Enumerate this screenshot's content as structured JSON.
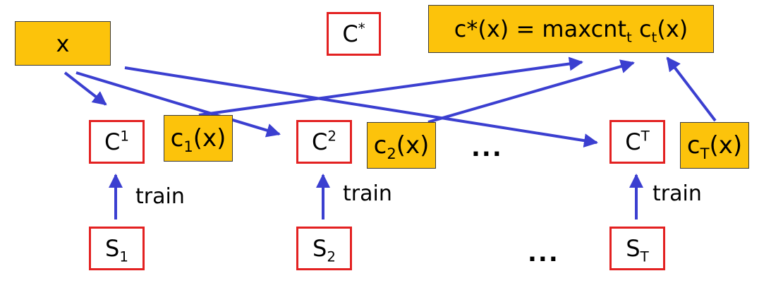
{
  "colors": {
    "gold": "#fcc30b",
    "red_border": "#e32121",
    "arrow": "#3b3fd0"
  },
  "input": {
    "label": "x"
  },
  "ensemble": {
    "base": "C",
    "sup": "*"
  },
  "combiner": {
    "lhs": "c*(x) = maxcnt",
    "lhs_sub": "t",
    "rhs_base": " c",
    "rhs_sub": "t",
    "rhs_tail": "(x)"
  },
  "classifiers": [
    {
      "base": "C",
      "sup": "1"
    },
    {
      "base": "C",
      "sup": "2"
    },
    {
      "base": "C",
      "sup": "T"
    }
  ],
  "outputs": [
    {
      "base": "c",
      "sub": "1",
      "tail": "(x)"
    },
    {
      "base": "c",
      "sub": "2",
      "tail": "(x)"
    },
    {
      "base": "c",
      "sub": "T",
      "tail": "(x)"
    }
  ],
  "samples": [
    {
      "base": "S",
      "sub": "1"
    },
    {
      "base": "S",
      "sub": "2"
    },
    {
      "base": "S",
      "sub": "T"
    }
  ],
  "train_label": "train",
  "ellipsis": "..."
}
